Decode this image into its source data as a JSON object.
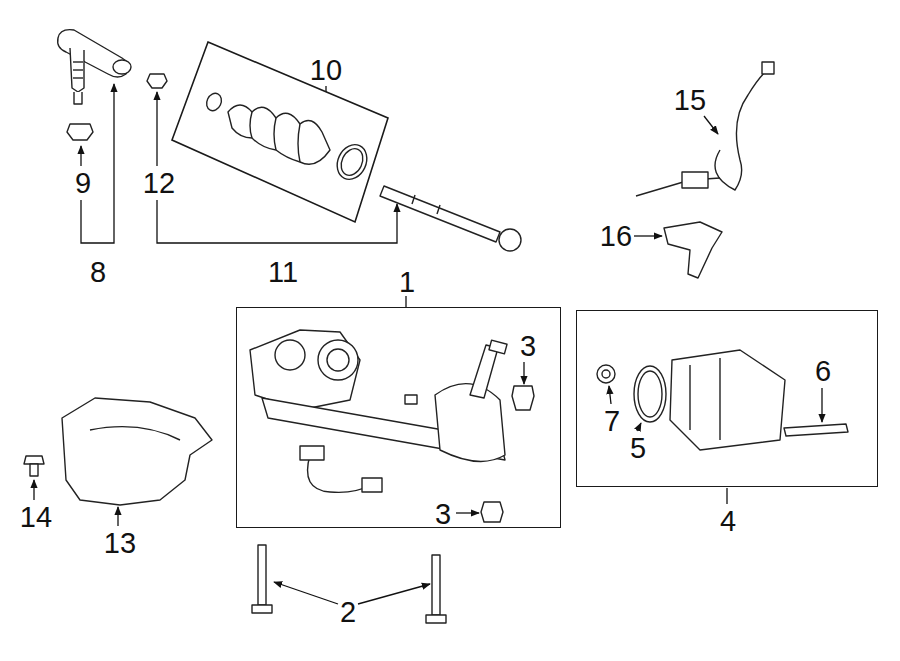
{
  "diagram": {
    "nodes": [
      {
        "text": [
          "10"
        ]
      },
      {
        "text": [
          "1",
          "3",
          "3"
        ]
      },
      {
        "text": [
          "4",
          "7",
          "5",
          "6"
        ]
      }
    ],
    "labels": [
      "8",
      "9",
      "12",
      "11",
      "15",
      "16",
      "13",
      "14",
      "2"
    ]
  }
}
